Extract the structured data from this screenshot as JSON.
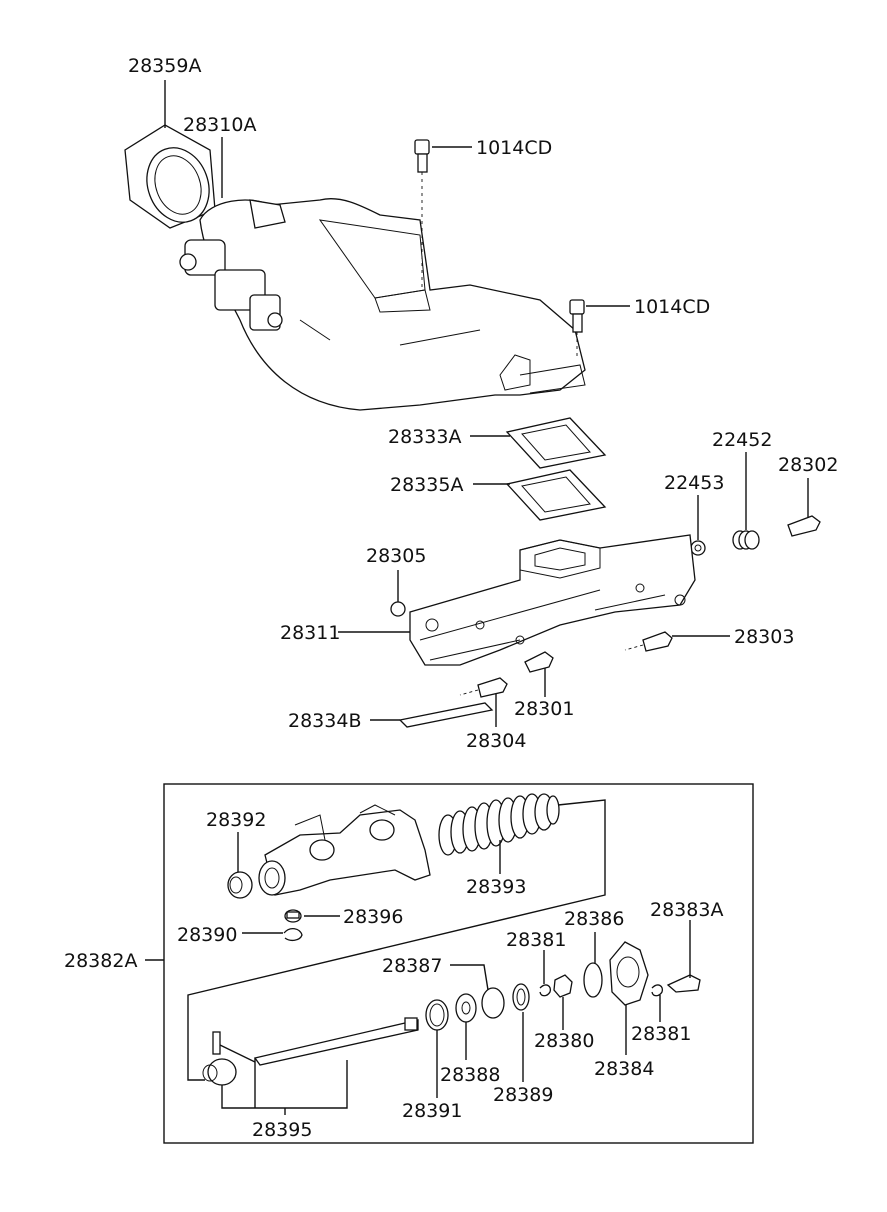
{
  "diagram": {
    "labels": {
      "p28359A": "28359A",
      "p28310A": "28310A",
      "p1014CD_top": "1014CD",
      "p1014CD_mid": "1014CD",
      "p28333A": "28333A",
      "p28335A": "28335A",
      "p22452": "22452",
      "p28302": "28302",
      "p22453": "22453",
      "p28305": "28305",
      "p28311": "28311",
      "p28303": "28303",
      "p28301": "28301",
      "p28334B": "28334B",
      "p28304": "28304",
      "p28392": "28392",
      "p28393": "28393",
      "p28390": "28390",
      "p28396": "28396",
      "p28386": "28386",
      "p28383A": "28383A",
      "p28381_top": "28381",
      "p28382A": "28382A",
      "p28387": "28387",
      "p28380": "28380",
      "p28381_bot": "28381",
      "p28388": "28388",
      "p28389": "28389",
      "p28384": "28384",
      "p28391": "28391",
      "p28395": "28395"
    }
  }
}
